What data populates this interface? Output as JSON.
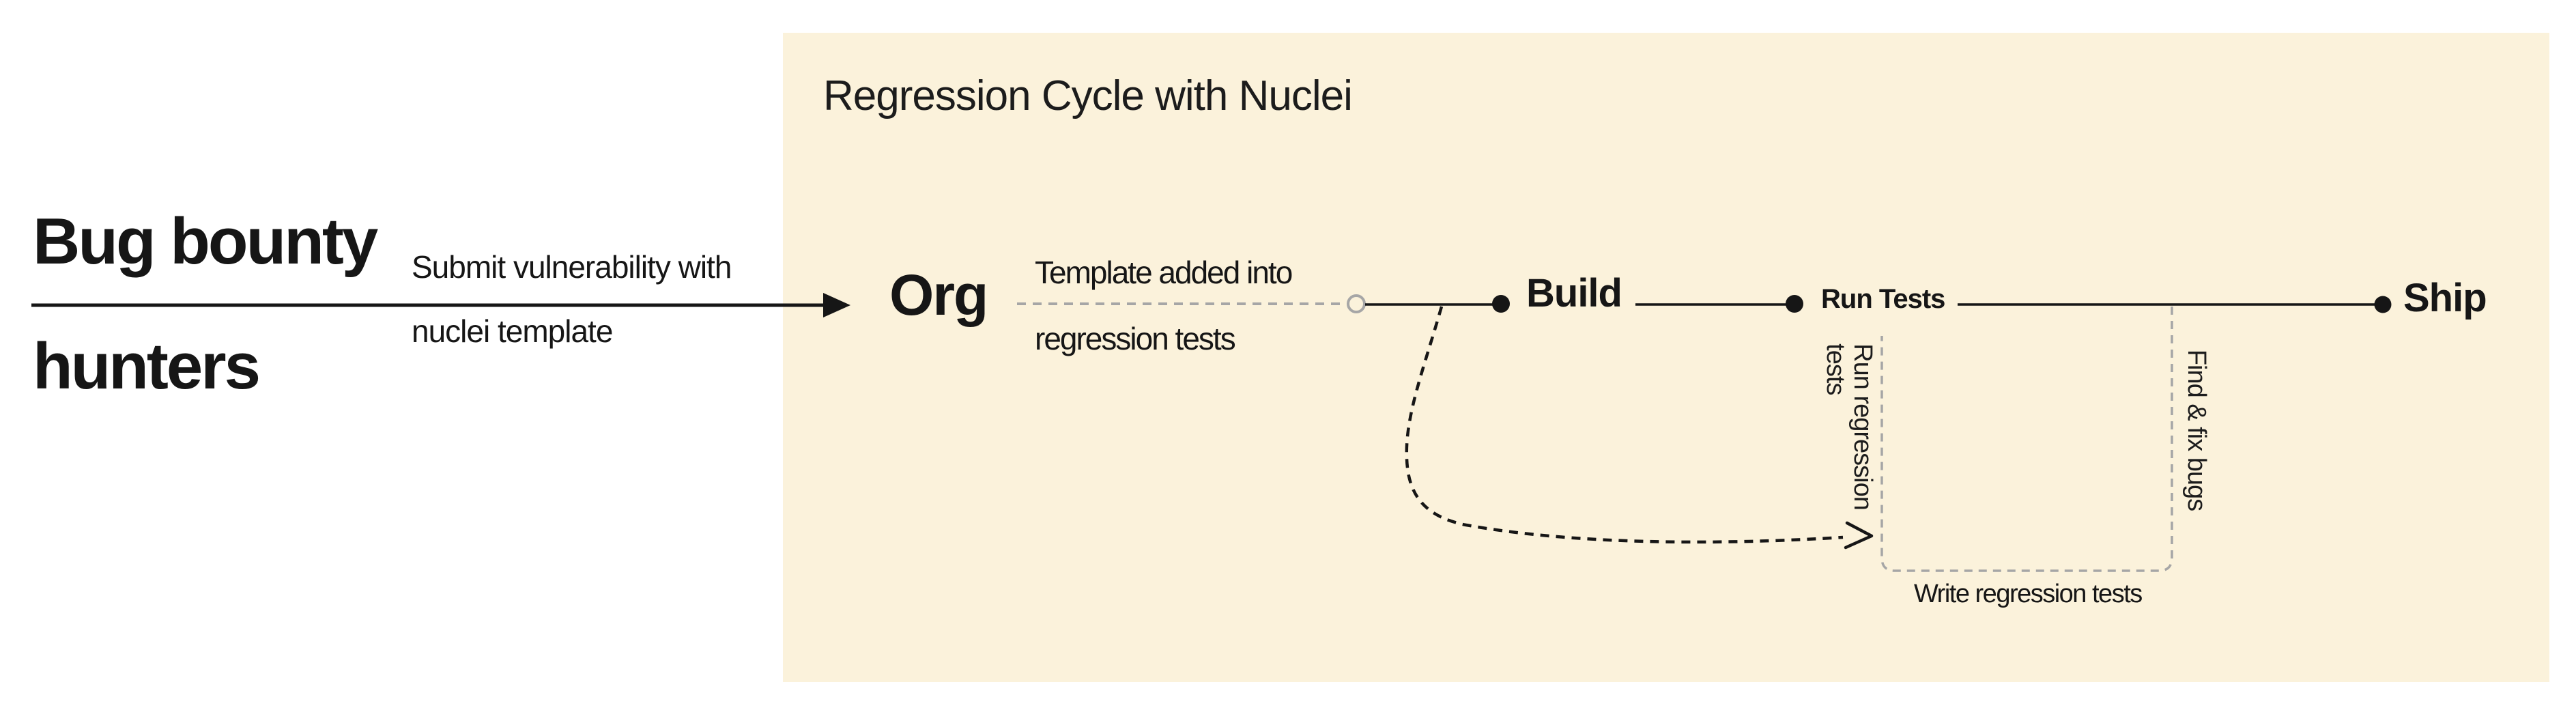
{
  "colors": {
    "background": "#ffffff",
    "panel": "#FBF2DB",
    "ink": "#161616",
    "dash_gray": "#A6A6A6"
  },
  "source": {
    "headline_line1": "Bug bounty",
    "headline_line2": "hunters",
    "arrow_label_line1": "Submit vulnerability with",
    "arrow_label_line2": "nuclei template"
  },
  "cycle": {
    "title": "Regression Cycle with Nuclei",
    "nodes": [
      {
        "label": "Org"
      },
      {
        "label": "Build"
      },
      {
        "label": "Run Tests"
      },
      {
        "label": "Ship"
      }
    ],
    "labels": {
      "template_added_line1": "Template added into",
      "template_added_line2": "regression tests",
      "run_regression_line1": "Run regression",
      "run_regression_line2": "tests",
      "find_fix_bugs": "Find & fix bugs",
      "write_regression_tests": "Write regression tests"
    }
  }
}
